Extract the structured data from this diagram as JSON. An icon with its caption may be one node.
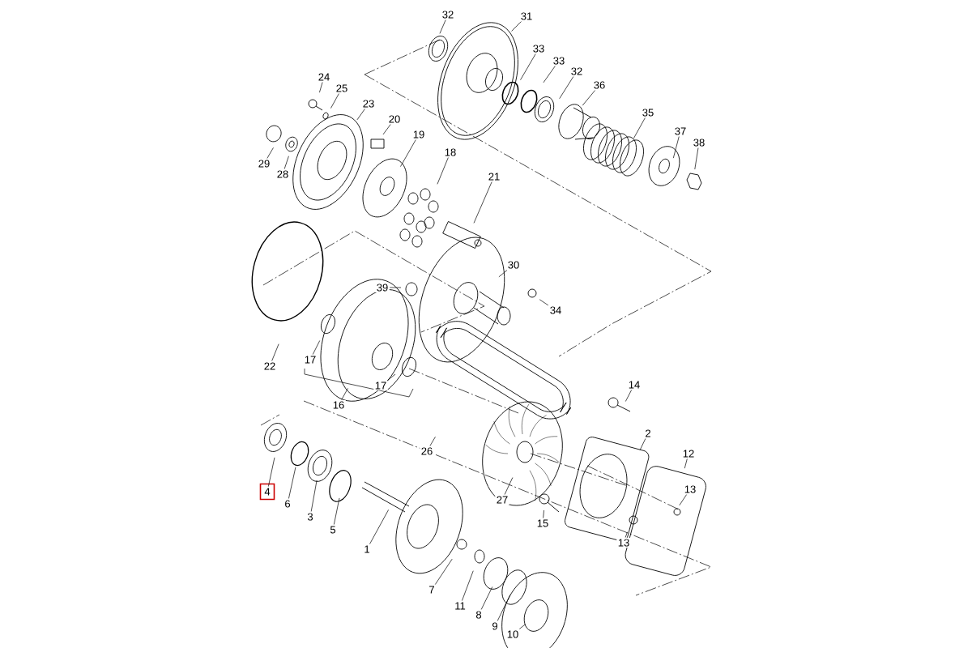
{
  "diagram": {
    "nodes": [
      {
        "text": [],
        "shape": "box"
      },
      {
        "text": [
          "32"
        ]
      },
      {
        "text": [
          "31"
        ]
      },
      {
        "text": [
          "33"
        ]
      },
      {
        "text": [
          "33"
        ]
      },
      {
        "text": [
          "32"
        ]
      },
      {
        "text": [
          "36"
        ]
      },
      {
        "text": [
          "24"
        ]
      },
      {
        "text": [
          "25"
        ]
      },
      {
        "text": [
          "23"
        ]
      },
      {
        "text": [
          "35"
        ]
      },
      {
        "text": [
          "20"
        ]
      },
      {
        "text": [
          "37"
        ]
      },
      {
        "text": [
          "19"
        ]
      },
      {
        "text": [
          "38"
        ]
      },
      {
        "text": [
          "18"
        ]
      },
      {
        "text": [
          "29"
        ]
      },
      {
        "text": [
          "28"
        ]
      },
      {
        "text": [
          "21"
        ]
      },
      {
        "text": [
          "30"
        ]
      },
      {
        "text": [
          "39"
        ]
      },
      {
        "text": [
          "34"
        ]
      },
      {
        "text": [
          "22"
        ]
      },
      {
        "text": [
          "17"
        ]
      },
      {
        "text": [
          "16"
        ]
      },
      {
        "text": [
          "17"
        ]
      },
      {
        "text": [
          "14"
        ]
      },
      {
        "text": [
          "26"
        ]
      },
      {
        "text": [
          "2"
        ]
      },
      {
        "text": [
          "12"
        ]
      },
      {
        "text": [
          "4"
        ],
        "in": 0
      },
      {
        "text": [
          "6"
        ]
      },
      {
        "text": [
          "13"
        ]
      },
      {
        "text": [
          "27"
        ]
      },
      {
        "text": [
          "3"
        ]
      },
      {
        "text": [
          "15"
        ]
      },
      {
        "text": [
          "5"
        ]
      },
      {
        "text": [
          "13"
        ]
      },
      {
        "text": [
          "1"
        ]
      },
      {
        "text": [
          "7"
        ]
      },
      {
        "text": [
          "11"
        ]
      },
      {
        "text": [
          "8"
        ]
      },
      {
        "text": [
          "9"
        ]
      },
      {
        "text": [
          "10"
        ]
      }
    ],
    "edges": [
      {
        "from": 1,
        "to": null,
        "arrow": "none"
      },
      {
        "from": 2,
        "to": null,
        "arrow": "none"
      },
      {
        "from": 3,
        "to": null,
        "arrow": "none"
      },
      {
        "from": 4,
        "to": null,
        "arrow": "none"
      },
      {
        "from": 5,
        "to": null,
        "arrow": "none"
      },
      {
        "from": 6,
        "to": null,
        "arrow": "none"
      },
      {
        "from": 7,
        "to": null,
        "arrow": "none"
      },
      {
        "from": 8,
        "to": null,
        "arrow": "none"
      },
      {
        "from": 9,
        "to": null,
        "arrow": "none"
      },
      {
        "from": 10,
        "to": null,
        "arrow": "none"
      },
      {
        "from": 11,
        "to": null,
        "arrow": "none"
      },
      {
        "from": 12,
        "to": null,
        "arrow": "none"
      },
      {
        "from": 13,
        "to": null,
        "arrow": "none"
      },
      {
        "from": 14,
        "to": null,
        "arrow": "none"
      },
      {
        "from": 15,
        "to": null,
        "arrow": "none"
      },
      {
        "from": 16,
        "to": null,
        "arrow": "none"
      },
      {
        "from": 17,
        "to": null,
        "arrow": "none"
      },
      {
        "from": 18,
        "to": null,
        "arrow": "none"
      },
      {
        "from": 19,
        "to": null,
        "arrow": "none"
      },
      {
        "from": 20,
        "to": null,
        "arrow": "none"
      },
      {
        "from": 21,
        "to": null,
        "arrow": "none"
      },
      {
        "from": 22,
        "to": null,
        "arrow": "none"
      },
      {
        "from": 23,
        "to": null,
        "arrow": "none"
      },
      {
        "from": 24,
        "to": null,
        "arrow": "none"
      },
      {
        "from": 25,
        "to": null,
        "arrow": "none"
      },
      {
        "from": 26,
        "to": null,
        "arrow": "none"
      },
      {
        "from": 27,
        "to": null,
        "arrow": "none"
      },
      {
        "from": 28,
        "to": null,
        "arrow": "none"
      },
      {
        "from": 29,
        "to": null,
        "arrow": "none"
      },
      {
        "from": 30,
        "to": null,
        "arrow": "none"
      },
      {
        "from": 31,
        "to": null,
        "arrow": "none"
      },
      {
        "from": 32,
        "to": null,
        "arrow": "none"
      },
      {
        "from": 33,
        "to": null,
        "arrow": "none"
      },
      {
        "from": 34,
        "to": null,
        "arrow": "none"
      },
      {
        "from": 35,
        "to": null,
        "arrow": "none"
      },
      {
        "from": 36,
        "to": null,
        "arrow": "none"
      },
      {
        "from": 37,
        "to": null,
        "arrow": "none"
      },
      {
        "from": 38,
        "to": null,
        "arrow": "none"
      },
      {
        "from": 39,
        "to": null,
        "arrow": "none"
      },
      {
        "from": 40,
        "to": null,
        "arrow": "none"
      },
      {
        "from": 41,
        "to": null,
        "arrow": "none"
      },
      {
        "from": 42,
        "to": null,
        "arrow": "none"
      },
      {
        "from": 43,
        "to": null,
        "arrow": "none"
      }
    ]
  }
}
